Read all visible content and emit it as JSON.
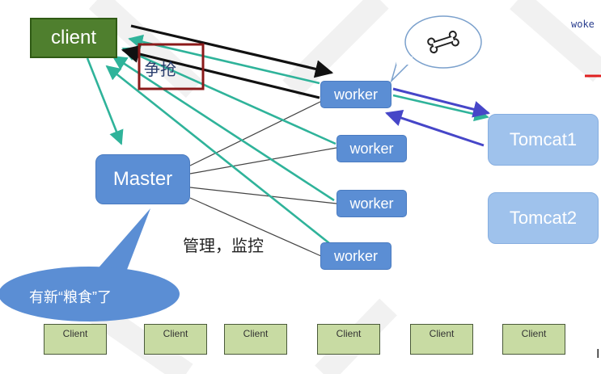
{
  "nodes": {
    "client": "client",
    "master": "Master",
    "workers": [
      "worker",
      "worker",
      "worker",
      "worker"
    ],
    "tomcats": [
      "Tomcat1",
      "Tomcat2"
    ]
  },
  "labels": {
    "compete": "争抢",
    "manage": "管理，监控",
    "new_food": "有新“粮食”了",
    "corner": "woke"
  },
  "bottom_clients": [
    "Client",
    "Client",
    "Client",
    "Client",
    "Client",
    "Client"
  ],
  "icons": {
    "thought_bubble": "bone-icon"
  },
  "colors": {
    "client_fill": "#4f7f2e",
    "node_fill": "#5b8ed4",
    "tomcat_fill": "#9fc2ec",
    "teal_arrow": "#2fb39a",
    "black_arrow": "#111111",
    "blue_arrow": "#4646c8",
    "highlight_box": "#8b1a1a",
    "red_mark": "#e02020",
    "bottom_client_fill": "#c8dba3"
  }
}
